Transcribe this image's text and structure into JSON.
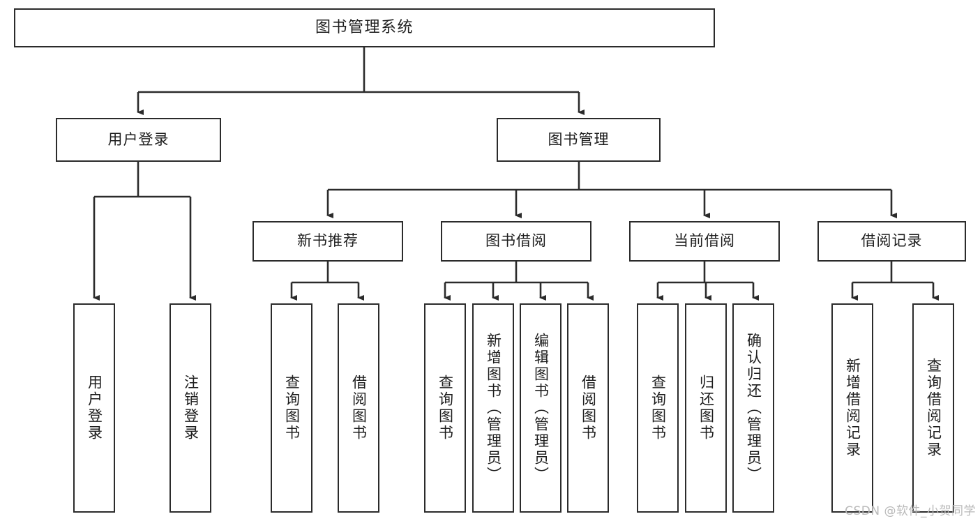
{
  "diagram": {
    "title_node": {
      "id": "root",
      "label": "图书管理系统"
    },
    "level2": [
      {
        "id": "user-login",
        "label": "用户登录"
      },
      {
        "id": "book-management",
        "label": "图书管理"
      }
    ],
    "level3": [
      {
        "id": "new-book-recommend",
        "label": "新书推荐"
      },
      {
        "id": "book-borrow",
        "label": "图书借阅"
      },
      {
        "id": "current-borrow",
        "label": "当前借阅"
      },
      {
        "id": "borrow-record",
        "label": "借阅记录"
      }
    ],
    "leaves": [
      {
        "id": "leaf-user-login",
        "label": "用户登录",
        "parent": "user-login"
      },
      {
        "id": "leaf-logout-login",
        "label": "注销登录",
        "parent": "user-login"
      },
      {
        "id": "leaf-query-book-1",
        "label": "查询图书",
        "parent": "new-book-recommend"
      },
      {
        "id": "leaf-borrow-book-1",
        "label": "借阅图书",
        "parent": "new-book-recommend"
      },
      {
        "id": "leaf-query-book-2",
        "label": "查询图书",
        "parent": "book-borrow"
      },
      {
        "id": "leaf-add-book",
        "label": "新增图书（管理员）",
        "parent": "book-borrow"
      },
      {
        "id": "leaf-edit-book",
        "label": "编辑图书（管理员）",
        "parent": "book-borrow"
      },
      {
        "id": "leaf-borrow-book-2",
        "label": "借阅图书",
        "parent": "book-borrow"
      },
      {
        "id": "leaf-query-book-3",
        "label": "查询图书",
        "parent": "current-borrow"
      },
      {
        "id": "leaf-return-book",
        "label": "归还图书",
        "parent": "current-borrow"
      },
      {
        "id": "leaf-confirm-return",
        "label": "确认归还（管理员）",
        "parent": "current-borrow"
      },
      {
        "id": "leaf-add-record",
        "label": "新增借阅记录",
        "parent": "borrow-record"
      },
      {
        "id": "leaf-query-record",
        "label": "查询借阅记录",
        "parent": "borrow-record"
      }
    ]
  },
  "watermark": {
    "text": "CSDN @软件_小贺同学"
  },
  "colors": {
    "stroke": "#2b2b2b",
    "text": "#1d1d1d",
    "background": "#ffffff",
    "watermark": "#b9b9b9"
  }
}
